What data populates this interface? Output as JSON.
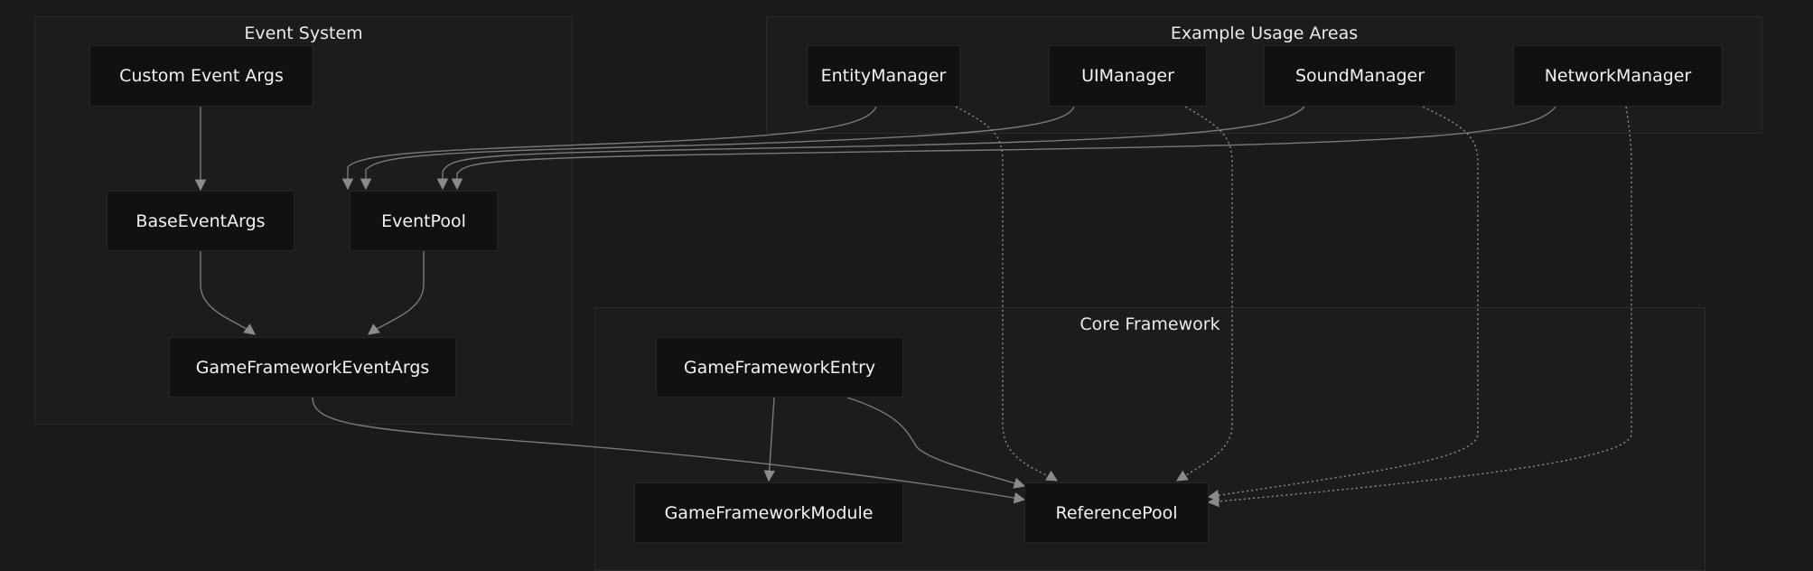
{
  "clusters": {
    "event_system": "Event System",
    "usage_areas": "Example Usage Areas",
    "core_framework": "Core Framework"
  },
  "nodes": {
    "custom_event_args": "Custom Event Args",
    "base_event_args": "BaseEventArgs",
    "event_pool": "EventPool",
    "game_framework_event_args": "GameFrameworkEventArgs",
    "entity_manager": "EntityManager",
    "ui_manager": "UIManager",
    "sound_manager": "SoundManager",
    "network_manager": "NetworkManager",
    "game_framework_entry": "GameFrameworkEntry",
    "game_framework_module": "GameFrameworkModule",
    "reference_pool": "ReferencePool"
  },
  "edges": [
    {
      "from": "custom_event_args",
      "to": "base_event_args",
      "style": "solid"
    },
    {
      "from": "base_event_args",
      "to": "game_framework_event_args",
      "style": "solid"
    },
    {
      "from": "event_pool",
      "to": "game_framework_event_args",
      "style": "solid"
    },
    {
      "from": "entity_manager",
      "to": "event_pool",
      "style": "solid"
    },
    {
      "from": "ui_manager",
      "to": "event_pool",
      "style": "solid"
    },
    {
      "from": "sound_manager",
      "to": "event_pool",
      "style": "solid"
    },
    {
      "from": "network_manager",
      "to": "event_pool",
      "style": "solid"
    },
    {
      "from": "game_framework_event_args",
      "to": "reference_pool",
      "style": "solid"
    },
    {
      "from": "game_framework_entry",
      "to": "game_framework_module",
      "style": "solid"
    },
    {
      "from": "game_framework_entry",
      "to": "reference_pool",
      "style": "solid"
    },
    {
      "from": "entity_manager",
      "to": "reference_pool",
      "style": "dotted"
    },
    {
      "from": "ui_manager",
      "to": "reference_pool",
      "style": "dotted"
    },
    {
      "from": "sound_manager",
      "to": "reference_pool",
      "style": "dotted"
    },
    {
      "from": "network_manager",
      "to": "reference_pool",
      "style": "dotted"
    }
  ],
  "colors": {
    "background": "#1a1a1a",
    "cluster_fill": "#1c1c1c",
    "node_fill": "#111111",
    "edge": "#7a7a7a",
    "text": "#f2f2f2"
  }
}
